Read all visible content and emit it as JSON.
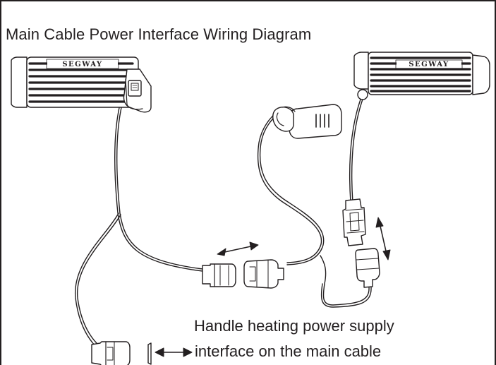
{
  "title": "Main Cable Power Interface Wiring Diagram",
  "grips": {
    "left_brand": "SEGWAY",
    "right_brand": "SEGWAY"
  },
  "caption": {
    "line1": "Handle heating power supply",
    "line2": "interface on the main cable"
  },
  "colors": {
    "line": "#231f20",
    "background": "#ffffff"
  },
  "icons": [
    "double-arrow-icon"
  ]
}
